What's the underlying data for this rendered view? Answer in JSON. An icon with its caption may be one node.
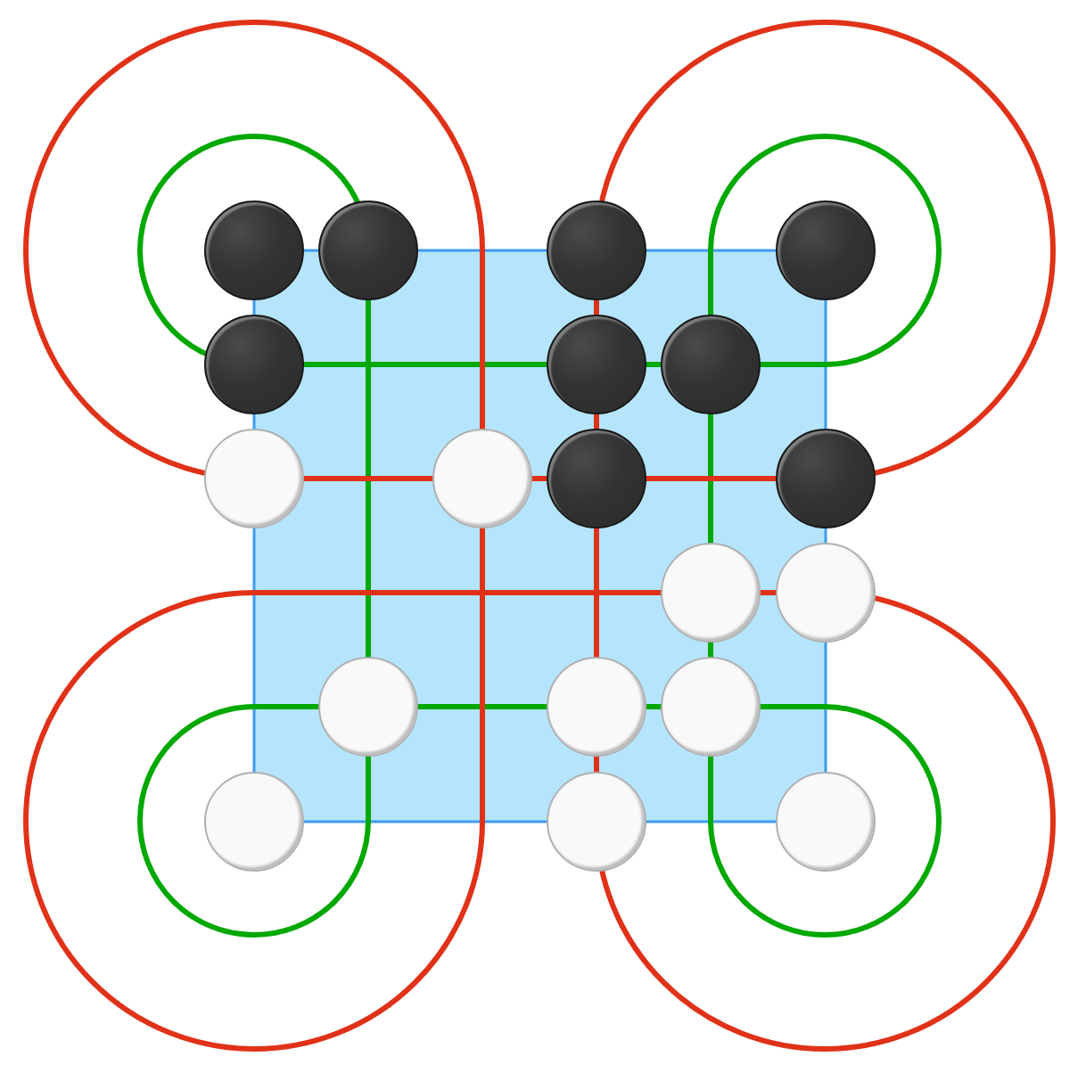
{
  "diagram": {
    "nodes": [
      {
        "text": [],
        "shape": "circle"
      },
      {
        "text": [],
        "shape": "circle"
      },
      {
        "text": [],
        "shape": "circle"
      },
      {
        "text": [],
        "shape": "circle"
      },
      {
        "text": [],
        "shape": "circle"
      },
      {
        "text": [],
        "shape": "circle"
      },
      {
        "text": [],
        "shape": "circle"
      },
      {
        "text": [],
        "shape": "circle"
      },
      {
        "text": [],
        "shape": "circle"
      },
      {
        "text": [],
        "shape": "circle"
      },
      {
        "text": [],
        "shape": "circle"
      },
      {
        "text": [],
        "shape": "circle"
      },
      {
        "text": [],
        "shape": "circle"
      },
      {
        "text": [],
        "shape": "circle"
      },
      {
        "text": [],
        "shape": "circle"
      },
      {
        "text": [],
        "shape": "circle"
      },
      {
        "text": [],
        "shape": "circle"
      },
      {
        "text": [],
        "shape": "circle"
      },
      {
        "text": [],
        "shape": "circle"
      }
    ]
  }
}
